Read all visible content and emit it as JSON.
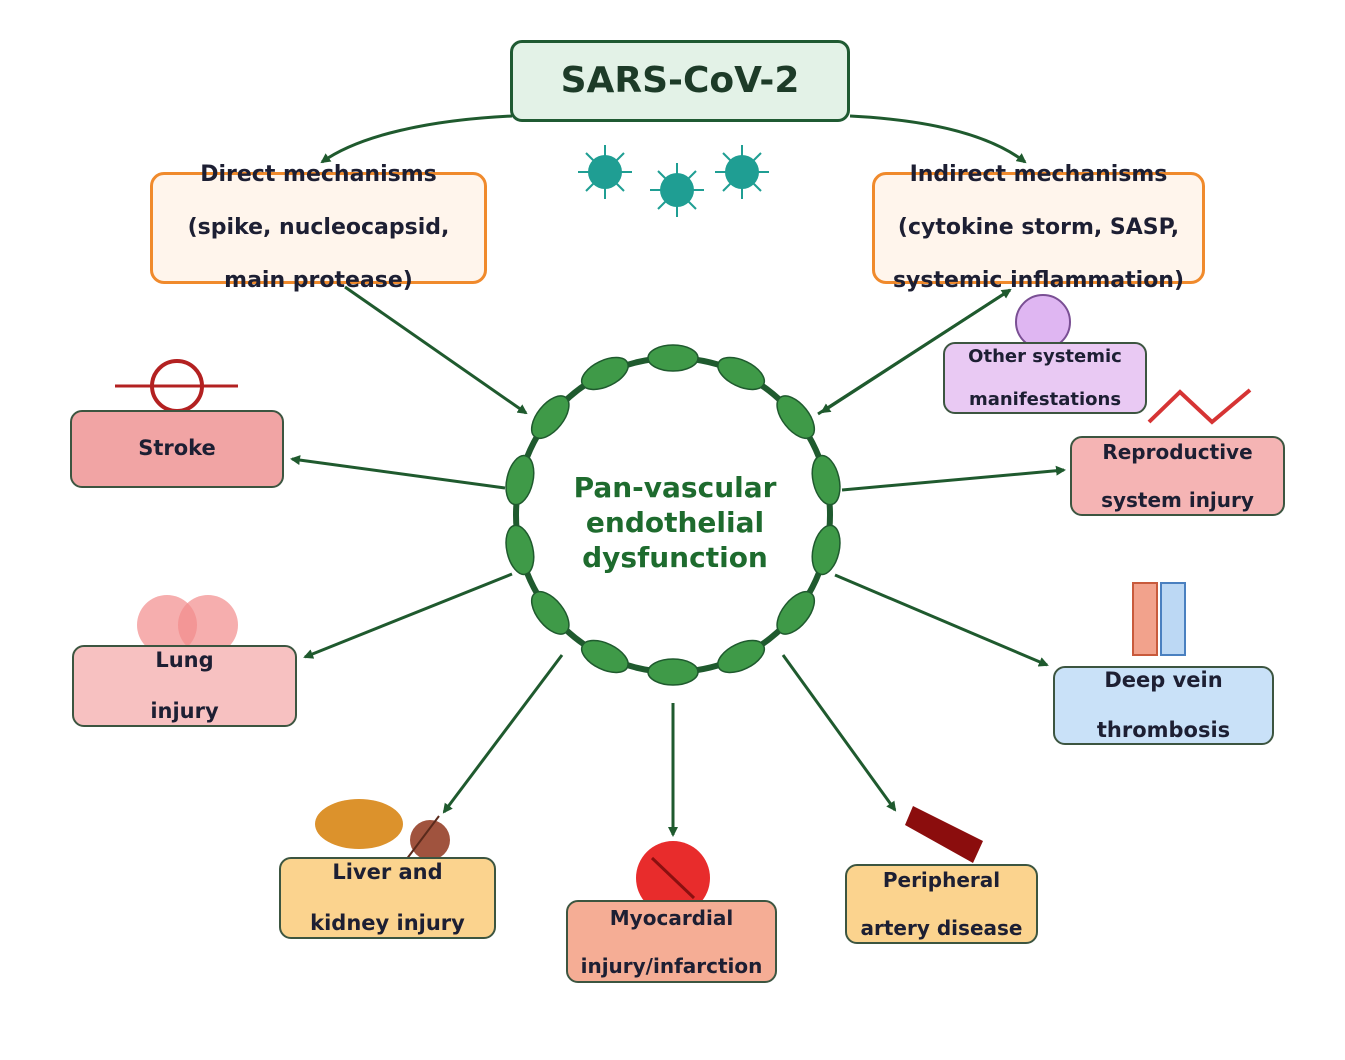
{
  "title": "SARS-CoV-2",
  "direct": {
    "lines": [
      "Direct mechanisms",
      "(spike, nucleocapsid,",
      "main protease)"
    ]
  },
  "indirect": {
    "lines": [
      "Indirect mechanisms",
      "(cytokine storm, SASP,",
      "systemic inflammation)"
    ]
  },
  "center": {
    "lines": [
      "Pan-vascular",
      "endothelial",
      "dysfunction"
    ]
  },
  "outcomes": {
    "stroke": {
      "lines": [
        "Stroke"
      ]
    },
    "lung": {
      "lines": [
        "Lung",
        "injury"
      ]
    },
    "liver": {
      "lines": [
        "Liver and",
        "kidney injury"
      ]
    },
    "myocardial": {
      "lines": [
        "Myocardial",
        "injury/infarction"
      ]
    },
    "peripheral": {
      "lines": [
        "Peripheral",
        "artery disease"
      ]
    },
    "dvt": {
      "lines": [
        "Deep vein",
        "thrombosis"
      ]
    },
    "reproductive": {
      "lines": [
        "Reproductive",
        "system injury"
      ]
    },
    "other": {
      "lines": [
        "Other systemic",
        "manifestations"
      ]
    }
  },
  "colors": {
    "arrow": "#1f5a2e",
    "ring": "#1f5a2e",
    "receptor": "#3f9a48",
    "virus": "#1f9e93",
    "mechanism_border": "#f08a2c"
  }
}
